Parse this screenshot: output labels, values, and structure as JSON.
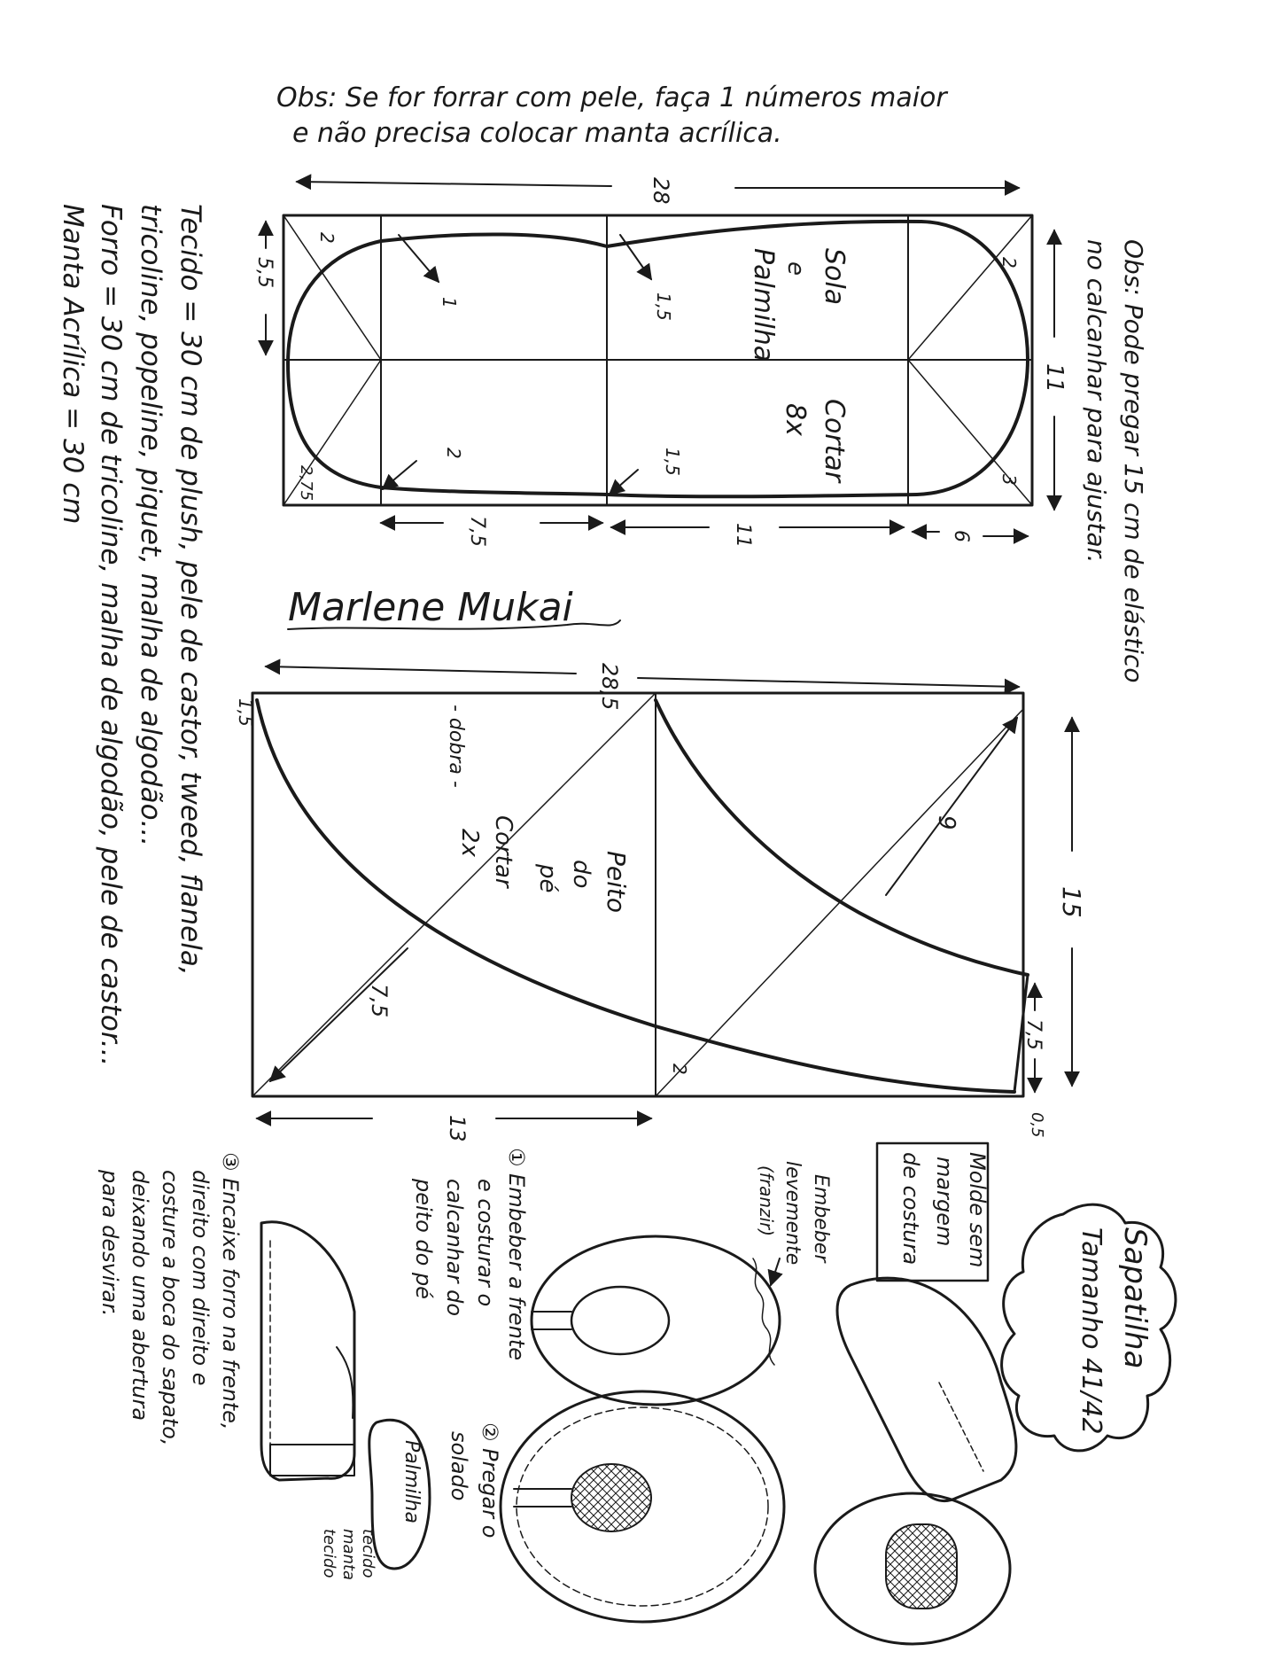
{
  "obs_top_line1": "Obs: Se for forrar com pele, faça 1 números maior",
  "obs_top_line2": "e não precisa colocar manta acrílica.",
  "obs_right_line1": "Obs: Pode pregar 15 cm de elástico",
  "obs_right_line2": "no calcanhar para ajustar.",
  "materials": {
    "line1": "Tecido = 30 cm de plush, pele de castor, tweed, flanela,",
    "line2": "tricoline, popeline, piquet, malha de algodão...",
    "line3": "Forro = 30 cm de tricoline, malha de algodão, pele de castor...",
    "line4": "Manta Acrílica = 30 cm"
  },
  "sole": {
    "label1": "Sola",
    "label2": "e",
    "label3": "Palmilha",
    "cut1": "Cortar",
    "cut2": "8x",
    "dims": {
      "total_length": "28",
      "width": "11",
      "heel_width": "5,5",
      "seg_1": "7,5",
      "seg_2": "11",
      "seg_3": "6",
      "corner_2_left": "2",
      "corner_2_right": "2",
      "corner_3": "3",
      "corner_275": "2,75",
      "point_1": "1",
      "point_15_top": "1,5",
      "point_2_bottom": "2",
      "point_15_bottom": "1,5"
    }
  },
  "vamp": {
    "label1": "Peito",
    "label2": "do",
    "label3": "pé",
    "cut1": "Cortar",
    "cut2": "2x",
    "fold": "- dobra -",
    "dims": {
      "total_length": "28,5",
      "height": "15",
      "bottom": "13",
      "left_top": "1,5",
      "diag_9": "9",
      "diag_75": "7,5",
      "right_75": "7,5",
      "small_2": "2",
      "small_05": "0,5"
    }
  },
  "title_line1": "Sapatilha",
  "title_line2": "Tamanho 41/42",
  "note_no_margin_1": "Molde sem",
  "note_no_margin_2": "margem",
  "note_no_margin_3": "de costura",
  "embeber_1": "Embeber",
  "embeber_2": "levemente",
  "embeber_3": "(franzir)",
  "step1_1": "① Embeber a frente",
  "step1_2": "e costurar o",
  "step1_3": "calcanhar do",
  "step1_4": "peito do pé",
  "step2_1": "② Pregar o",
  "step2_2": "solado",
  "step3_1": "③ Encaixe forro na frente,",
  "step3_2": "direito com direito e",
  "step3_3": "costure a boca do sapato,",
  "step3_4": "deixando uma abertura",
  "step3_5": "para desvirar.",
  "insole_label": "Palmilha",
  "layer_1": "tecido",
  "layer_2": "manta",
  "layer_3": "tecido",
  "signature": "Marlene Mukai",
  "colors": {
    "ink": "#1a1a1a",
    "paper": "#ffffff"
  }
}
